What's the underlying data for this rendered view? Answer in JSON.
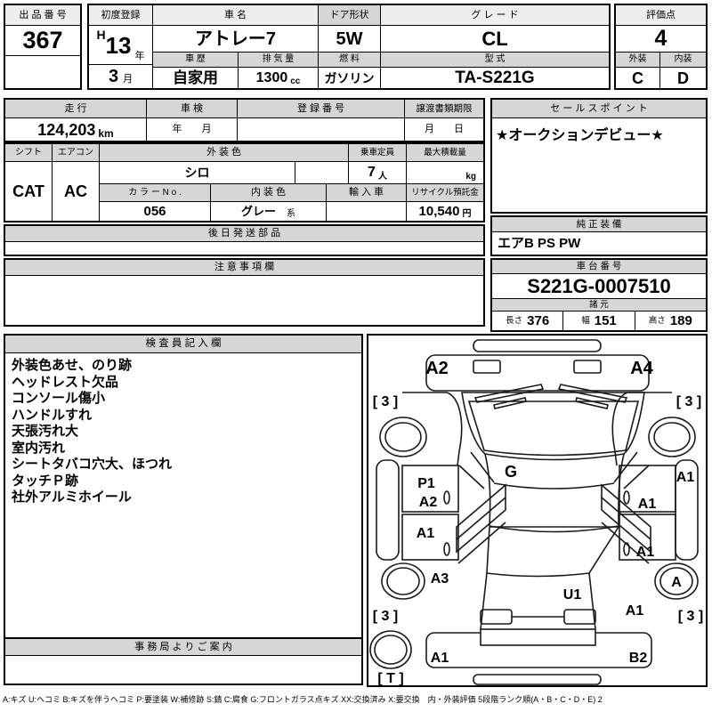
{
  "header_row": {
    "lot": {
      "label": "出 品 番 号",
      "value": "367"
    },
    "first_registration": {
      "label": "初度登録",
      "era": "H",
      "year": "13",
      "year_unit": "年",
      "month": "3",
      "month_unit": "月"
    },
    "car_name": {
      "label": "車 名",
      "value": "アトレー7"
    },
    "history": {
      "label": "車 歴",
      "value": "自家用"
    },
    "displacement": {
      "label": "排 気 量",
      "value": "1300",
      "unit": "cc"
    },
    "door_shape": {
      "label": "ドア形状",
      "value": "5W"
    },
    "fuel": {
      "label": "燃 料",
      "value": "ガソリン"
    },
    "grade": {
      "label": "グ レ ー ド",
      "value": "CL"
    },
    "model_code": {
      "label": "型 式",
      "value": "TA-S221G"
    },
    "score": {
      "label": "評価点",
      "value": "4"
    },
    "exterior": {
      "label": "外装",
      "value": "C"
    },
    "interior": {
      "label": "内装",
      "value": "D"
    }
  },
  "info": {
    "mileage": {
      "label": "走 行",
      "value": "124,203",
      "unit": "km"
    },
    "inspection": {
      "label": "車 検",
      "value": "年　　月"
    },
    "registration_no": {
      "label": "登 録 番 号",
      "value": ""
    },
    "transfer_deadline": {
      "label": "譲渡書類期限",
      "value": "月　　日"
    },
    "sales_point": {
      "label": "セ ー ル ス ポ イ ン ト",
      "value": "★オークションデビュー★"
    },
    "shift": {
      "label": "シフト",
      "value": "CAT"
    },
    "aircon": {
      "label": "エアコン",
      "value": "AC"
    },
    "exterior_color": {
      "label": "外 装 色",
      "value": "シロ"
    },
    "capacity": {
      "label": "乗車定員",
      "value": "7",
      "unit": "人"
    },
    "max_load": {
      "label": "最大積載量",
      "value": "",
      "unit": "kg"
    },
    "color_no": {
      "label": "カ ラ ー N o .",
      "value": "056"
    },
    "interior_color": {
      "label": "内 装 色",
      "value": "グレー",
      "unit": "系"
    },
    "imported": {
      "label": "輸 入 車",
      "value": ""
    },
    "recycle_deposit": {
      "label": "リサイクル預託金",
      "value": "10,540",
      "unit": "円"
    },
    "later_parts": {
      "label": "後 日 発 送 部 品",
      "value": ""
    },
    "caution": {
      "label": "注 意 事 項 欄",
      "value": ""
    }
  },
  "right_column": {
    "equipment": {
      "label": "純 正 装 備",
      "value": "エアB PS PW"
    },
    "chassis_no": {
      "label": "車 台 番 号",
      "value": "S221G-0007510"
    },
    "specs": {
      "label": "諸 元",
      "length_label": "長さ",
      "length": "376",
      "width_label": "幅",
      "width": "151",
      "height_label": "高さ",
      "height": "189"
    }
  },
  "inspector_notes": {
    "label": "検 査 員 記 入 欄",
    "lines": [
      "外装色あせ、のり跡",
      "ヘッドレスト欠品",
      "コンソール傷小",
      "ハンドルすれ",
      "天張汚れ大",
      "室内汚れ",
      "シートタバコ穴大、ほつれ",
      "タッチＰ跡",
      "社外アルミホイール"
    ]
  },
  "office_notice": {
    "label": "事 務 局 よ り ご 案 内",
    "value": ""
  },
  "diagram": {
    "front_bumper_left": "A2",
    "front_bumper_right": "A4",
    "tire_front_left": "[ 3 ]",
    "tire_front_right": "[ 3 ]",
    "tire_rear_left": "[ 3 ]",
    "tire_rear_right": "[ 3 ]",
    "spare_tire": "[ T ]",
    "windshield": "G",
    "door_front_left_upper": "P1",
    "door_front_left_lower": "A2",
    "door_rear_left": "A1",
    "sill_right": "A1",
    "door_front_right": "A1",
    "door_rear_right": "A1",
    "quarter_left": "A3",
    "quarter_right": "A1",
    "tailgate": "U1",
    "wheel_rear_right": "A",
    "rear_bumper_left": "A1",
    "rear_bumper_right": "B2"
  },
  "footer_legend": "A:キズ U:ヘコミ B:キズを伴うヘコミ P:要塗装 W:補修跡 S:錆 C:腐食 G:フロントガラス点キズ XX:交換済み X:要交換　内・外装評価 5段階ランク順(A・B・C・D・E) 2"
}
